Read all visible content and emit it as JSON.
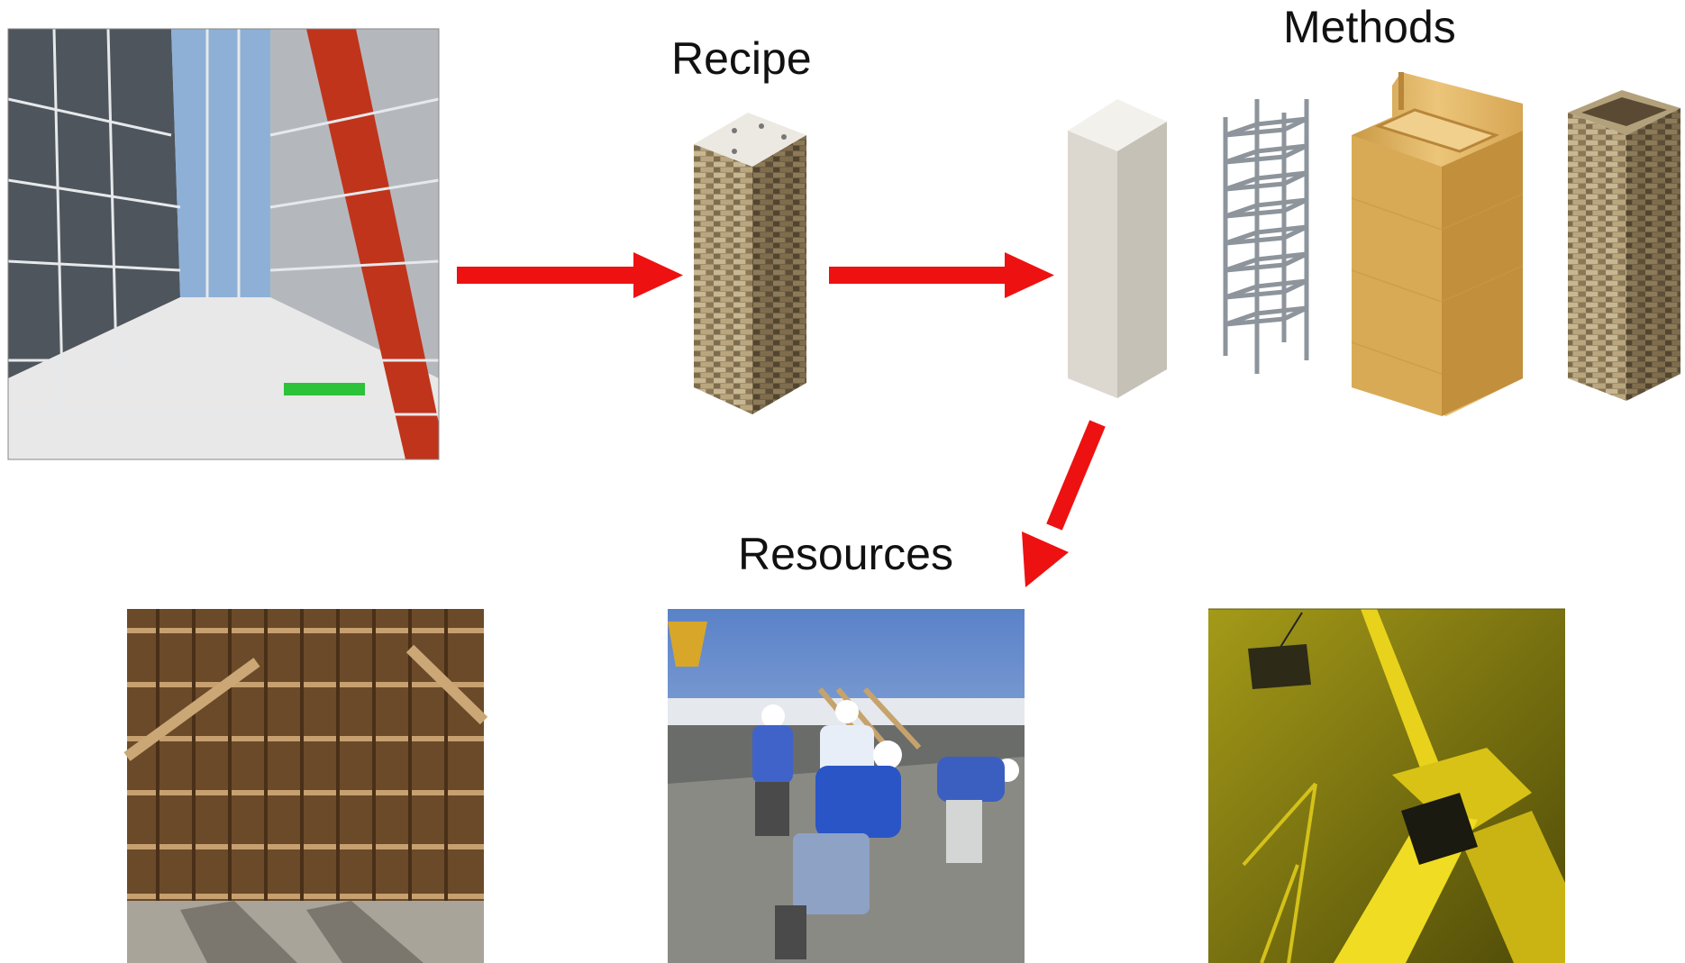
{
  "labels": {
    "recipe": "Recipe",
    "methods": "Methods",
    "resources": "Resources"
  },
  "colors": {
    "arrow": "#ee1111",
    "crane_bg": "#6e6a10",
    "crane_yellow": "#e8d21c",
    "sky_blue": "#6b8fd0",
    "wood": "#e2b35a",
    "stone": "#9a8a6a",
    "concrete": "#dedad2"
  }
}
